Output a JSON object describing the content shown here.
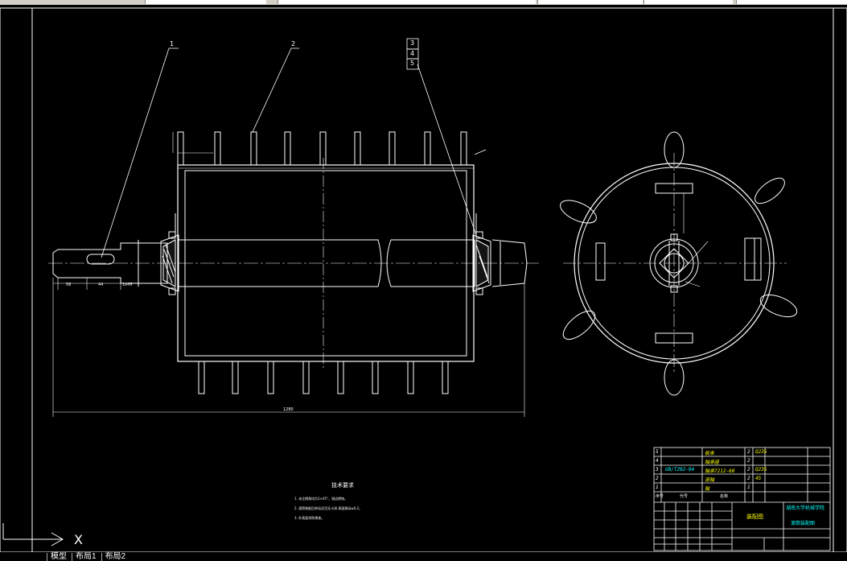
{
  "colors": {
    "background": "#000000",
    "line": "#ffffff",
    "accent_cyan": "#00ffff",
    "accent_yellow": "#ffff00",
    "accent_red": "#ff0000"
  },
  "balloons": {
    "b1": "1",
    "b2": "2",
    "b3": "3",
    "b4": "4",
    "b5": "5"
  },
  "dims": {
    "overall": "1280",
    "left_a": "58",
    "left_b": "44",
    "left_c": "1x45"
  },
  "technical": {
    "title": "技术要求",
    "lines": [
      "1. 未注倒角均为1×45°，锐边倒钝。",
      "2. 滚筒装配后转动灵活无卡滞 表面跳动≤0.2。",
      "3. 外表面涂防锈漆。"
    ]
  },
  "title_block": {
    "rows": [
      {
        "no": "5",
        "code": "",
        "name": "板条",
        "qty": "2",
        "mat": "Q235"
      },
      {
        "no": "4",
        "code": "",
        "name": "轴承座",
        "qty": "2",
        "mat": ""
      },
      {
        "no": "3",
        "code": "GB/T292-94",
        "name": "轴承7212-60",
        "qty": "2",
        "mat": "Q235"
      },
      {
        "no": "2",
        "code": "",
        "name": "滚轴",
        "qty": "2",
        "mat": "45"
      },
      {
        "no": "1",
        "code": "",
        "name": "轴",
        "qty": "1",
        "mat": ""
      }
    ],
    "header": {
      "no": "序号",
      "code": "代号",
      "name": "名称"
    },
    "school": "湖南大学机械学院",
    "drawing_name": "滚筒装配图",
    "part": "装配图"
  },
  "tabs": [
    "模型",
    "布局1",
    "布局2"
  ],
  "axis": {
    "x_label": "X"
  }
}
